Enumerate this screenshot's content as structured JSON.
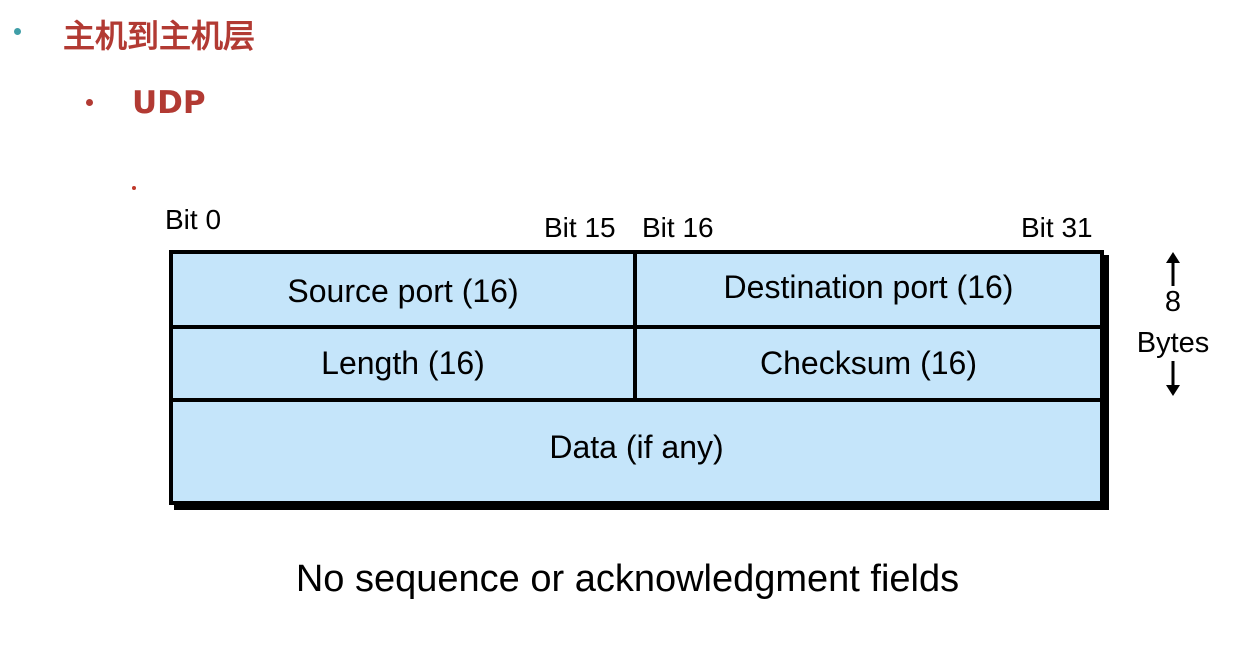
{
  "outline": {
    "level1": {
      "text": "主机到主机层",
      "color": "#b23a33",
      "bullet_color": "#3f9ea7"
    },
    "level2": {
      "text": "UDP",
      "color": "#b23a33",
      "bullet_color": "#b23a33"
    },
    "level3": {
      "bullet_color": "#c0392b"
    }
  },
  "diagram": {
    "bit_labels": {
      "bit0": "Bit 0",
      "bit15": "Bit 15",
      "bit16": "Bit 16",
      "bit31": "Bit 31"
    },
    "fields": {
      "source_port": "Source port (16)",
      "destination_port": "Destination port (16)",
      "length": "Length (16)",
      "checksum": "Checksum (16)",
      "data": "Data (if any)"
    },
    "size_label": {
      "value": "8",
      "unit": "Bytes"
    },
    "fill_color": "#c5e5fa",
    "border_color": "#000000"
  },
  "caption": "No sequence or acknowledgment  fields"
}
